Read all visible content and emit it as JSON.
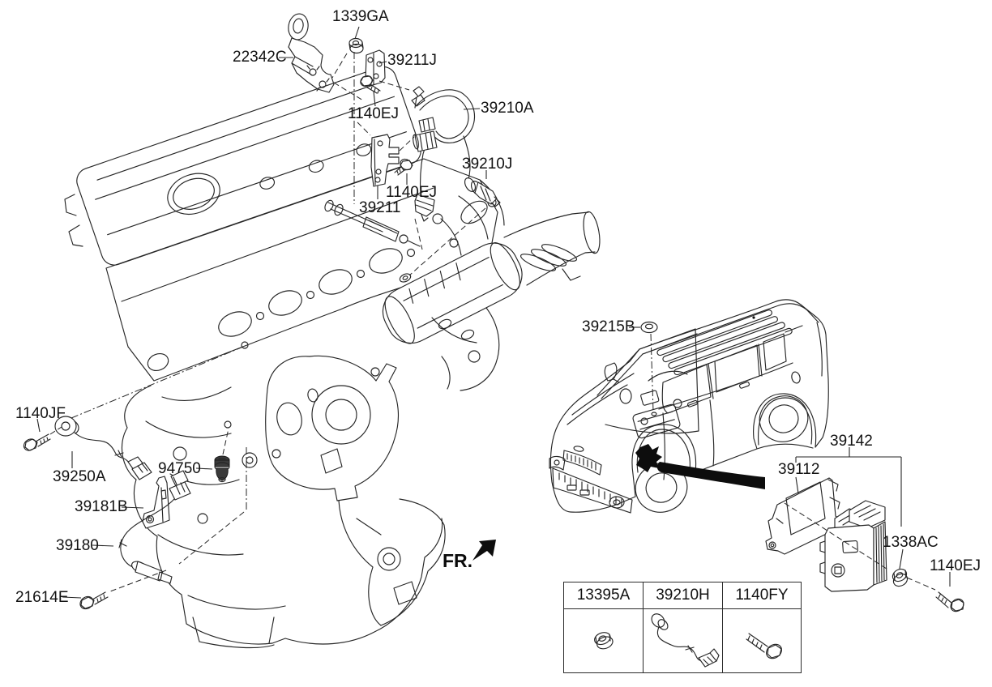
{
  "diagram": {
    "type": "parts-exploded-diagram",
    "part_labels": {
      "p1339GA": "1339GA",
      "p22342C": "22342C",
      "p39211J": "39211J",
      "p1140EJ": "1140EJ",
      "p39210A": "39210A",
      "p39210J": "39210J",
      "p39211": "39211",
      "p39215B": "39215B",
      "p1140JF": "1140JF",
      "p39250A": "39250A",
      "p94750": "94750",
      "p39181B": "39181B",
      "p39180": "39180",
      "p21614E": "21614E",
      "p39142": "39142",
      "p39112": "39112",
      "p1338AC": "1338AC"
    },
    "direction_label": "FR.",
    "reference_table": {
      "columns": [
        "13395A",
        "39210H",
        "1140FY"
      ]
    },
    "colors": {
      "line": "#262626",
      "background": "#ffffff",
      "solid_black": "#0d0d0d"
    }
  }
}
